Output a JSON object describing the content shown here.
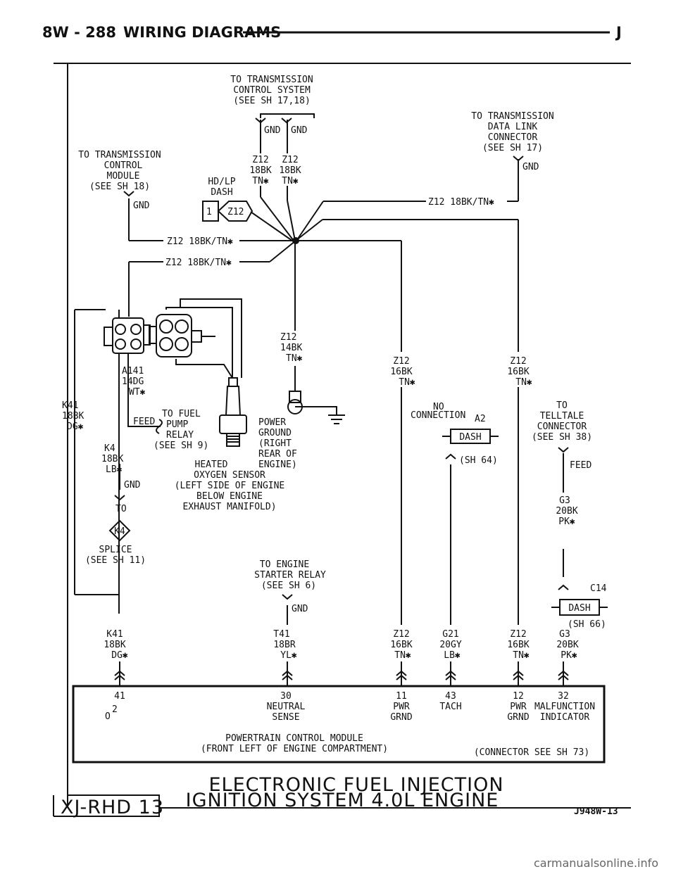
{
  "header": {
    "page": "8W - 288",
    "section": "WIRING DIAGRAMS",
    "letter": "J"
  },
  "labels": {
    "tcs": [
      "TO TRANSMISSION",
      "CONTROL SYSTEM",
      "(SEE SH 17,18)"
    ],
    "gnd": "GND",
    "z12_a": [
      "Z12",
      "18BK",
      "TN✱"
    ],
    "z12_b": [
      "Z12",
      "18BK",
      "TN✱"
    ],
    "tdl": [
      "TO TRANSMISSION",
      "DATA LINK",
      "CONNECTOR",
      "(SEE SH 17)"
    ],
    "tcm": [
      "TO TRANSMISSION",
      "CONTROL",
      "MODULE",
      "(SEE SH 18)"
    ],
    "hdlp": [
      "HD/LP",
      "DASH"
    ],
    "splice_num": "1",
    "splice_id": "Z12",
    "w_right": "Z12 18BK/TN✱",
    "w_mid1": "Z12 18BK/TN✱",
    "w_mid2": "Z12 18BK/TN✱",
    "z12_14": [
      "Z12",
      "14BK",
      "TN✱"
    ],
    "a141": [
      "A141",
      "14DG",
      "WT✱"
    ],
    "k41_left": [
      "K41",
      "18BK",
      "DG✱"
    ],
    "k4": [
      "K4",
      "18BK",
      "LB✱"
    ],
    "feed": "FEED",
    "fuelpump": [
      "TO FUEL",
      "PUMP",
      "RELAY",
      "(SEE SH 9)"
    ],
    "to": "TO",
    "splice_k4": "K4",
    "splice_ref": [
      "SPLICE",
      "(SEE SH 11)"
    ],
    "power_ground": [
      "POWER",
      "GROUND",
      "(RIGHT",
      "REAR OF",
      "ENGINE)"
    ],
    "o2sensor": [
      "HEATED",
      "OXYGEN SENSOR",
      "(LEFT SIDE OF ENGINE",
      "BELOW ENGINE",
      "EXHAUST MANIFOLD)"
    ],
    "z12_16a": [
      "Z12",
      "16BK",
      "TN✱"
    ],
    "z12_16b": [
      "Z12",
      "16BK",
      "TN✱"
    ],
    "noconn": [
      "NO",
      "CONNECTION"
    ],
    "a2": "A2",
    "dash": "DASH",
    "sh64": "(SH 64)",
    "telltale": [
      "TO",
      "TELLTALE",
      "CONNECTOR",
      "(SEE SH 38)"
    ],
    "g3": [
      "G3",
      "20BK",
      "PK✱"
    ],
    "c14": "C14",
    "sh66": "(SH 66)",
    "starter": [
      "TO ENGINE",
      "STARTER RELAY",
      "(SEE SH 6)"
    ],
    "bottom_wires": [
      [
        "K41",
        "18BK",
        "DG✱"
      ],
      [
        "T41",
        "18BR",
        "YL✱"
      ],
      [
        "Z12",
        "16BK",
        "TN✱"
      ],
      [
        "G21",
        "20GY",
        "LB✱"
      ],
      [
        "Z12",
        "16BK",
        "TN✱"
      ],
      [
        "G3",
        "20BK",
        "PK✱"
      ]
    ],
    "pins": [
      "41",
      "30",
      "11",
      "43",
      "12",
      "32"
    ],
    "pin_o2": "O",
    "pin_o2_sup": "2",
    "pin_funcs": [
      [
        "NEUTRAL",
        "SENSE"
      ],
      [
        "PWR",
        "GRND"
      ],
      [
        "TACH"
      ],
      [
        "PWR",
        "GRND"
      ],
      [
        "MALFUNCTION",
        "INDICATOR"
      ]
    ],
    "pcm": [
      "POWERTRAIN CONTROL MODULE",
      "(FRONT LEFT OF ENGINE COMPARTMENT)"
    ],
    "connector_see": "(CONNECTOR SEE SH 73)"
  },
  "footer": {
    "title1": "ELECTRONIC FUEL INJECTION",
    "title2": "IGNITION SYSTEM 4.0L ENGINE",
    "box": "XJ-RHD 13",
    "code": "J948W-13"
  },
  "watermark": "carmanualsonline.info"
}
